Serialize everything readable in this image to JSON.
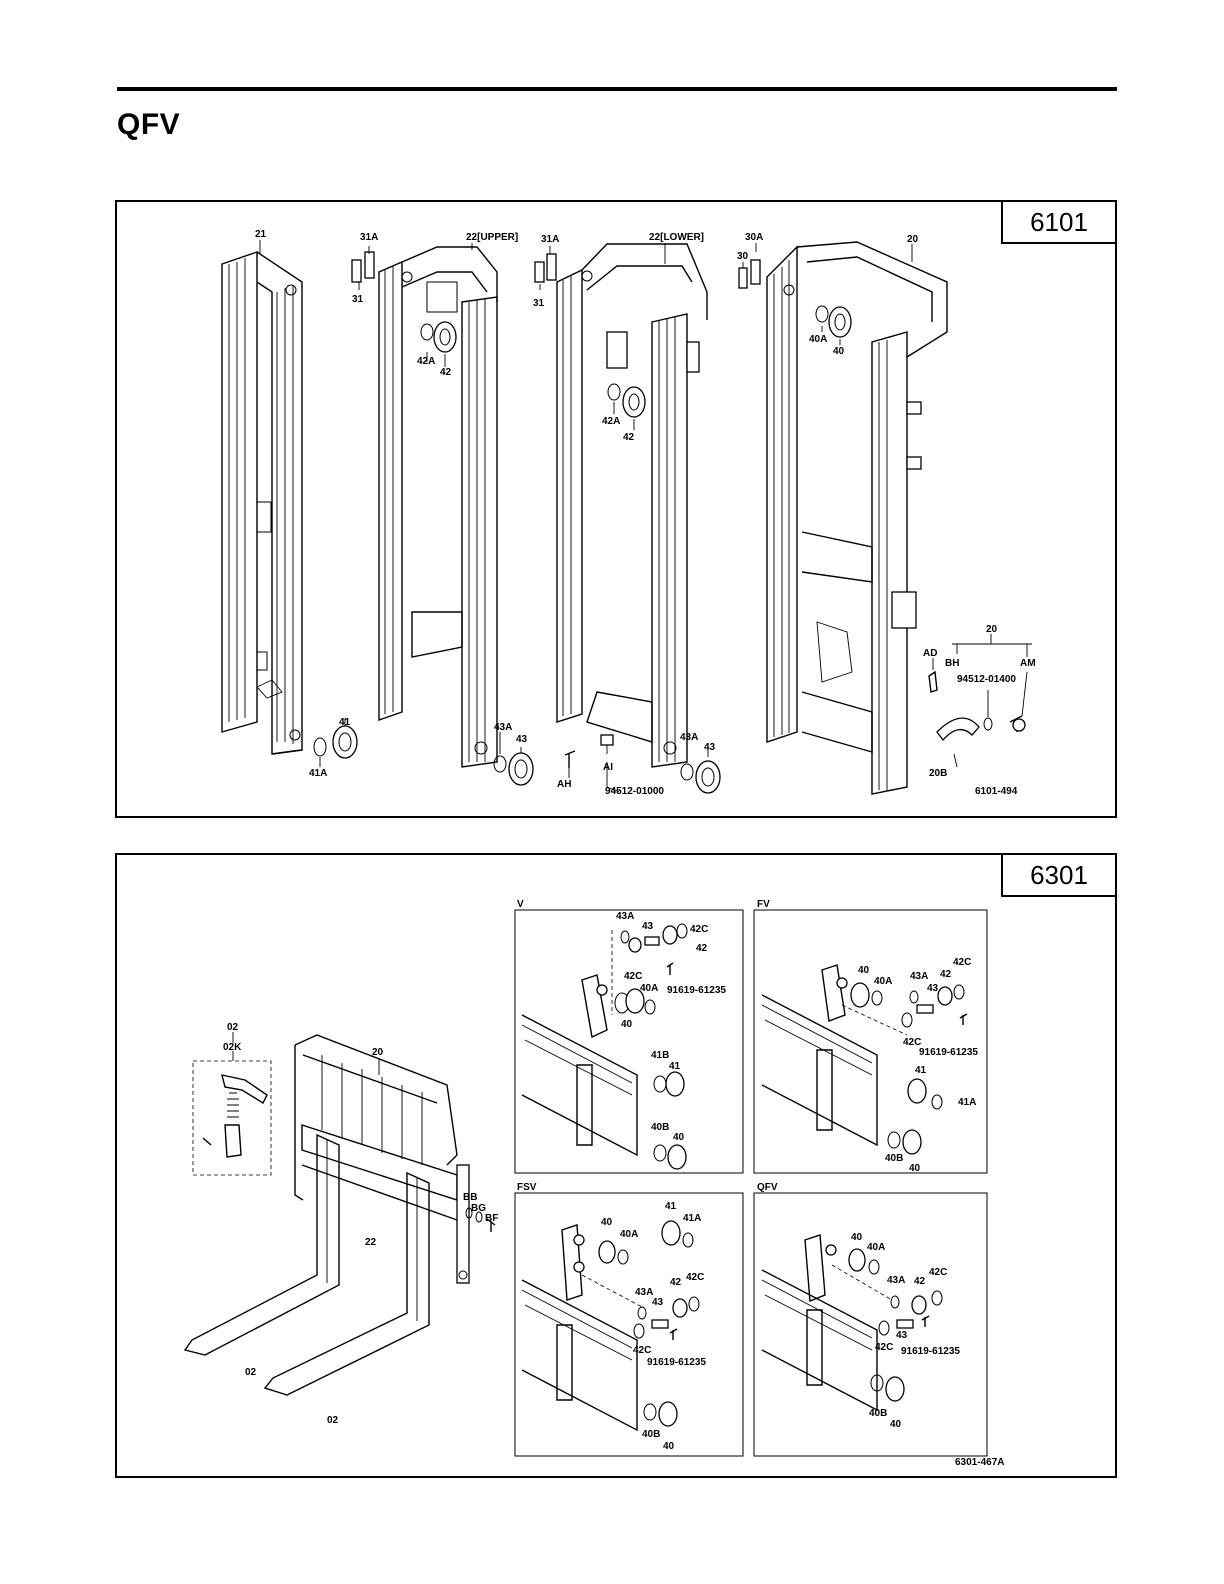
{
  "page": {
    "title": "QFV"
  },
  "fig_6101": {
    "number": "6101",
    "drawing_code": "6101-494",
    "labels": {
      "p21": "21",
      "p31a_a": "31A",
      "p31_a": "31",
      "p22u": "22[UPPER]",
      "p42a_a": "42A",
      "p42_a": "42",
      "p41": "41",
      "p41a": "41A",
      "p43a_a": "43A",
      "p43_a": "43",
      "p31a_b": "31A",
      "p31_b": "31",
      "p22l": "22[LOWER]",
      "p42a_b": "42A",
      "p42_b": "42",
      "pAH": "AH",
      "pAI": "AI",
      "p94512_a": "94512-01000",
      "p43a_b": "43A",
      "p43_b": "43",
      "p30a": "30A",
      "p30": "30",
      "p20": "20",
      "p40a": "40A",
      "p40": "40",
      "p20b_top": "20",
      "pAD": "AD",
      "pBH": "BH",
      "pAM": "AM",
      "p94512_b": "94512-01400",
      "p20b": "20B"
    }
  },
  "fig_6301": {
    "number": "6301",
    "drawing_code": "6301-467A",
    "labels": {
      "p02": "02",
      "p02k": "02K",
      "p20": "20",
      "p22": "22",
      "pBB": "BB",
      "pBG": "BG",
      "pBF": "BF",
      "p02_fork1": "02",
      "p02_fork2": "02"
    },
    "subpanels": {
      "V": {
        "title": "V",
        "labels": [
          "43A",
          "43",
          "42C",
          "42",
          "42C",
          "40A",
          "40",
          "91619-61235",
          "41B",
          "41",
          "40B",
          "40"
        ]
      },
      "FV": {
        "title": "FV",
        "labels": [
          "42C",
          "40",
          "40A",
          "43A",
          "42",
          "43",
          "42C",
          "91619-61235",
          "41",
          "41A",
          "40B",
          "40"
        ]
      },
      "FSV": {
        "title": "FSV",
        "labels": [
          "41",
          "40",
          "41A",
          "40A",
          "43A",
          "42",
          "42C",
          "43",
          "42C",
          "91619-61235",
          "40B",
          "40"
        ]
      },
      "QFV": {
        "title": "QFV",
        "labels": [
          "40",
          "40A",
          "43A",
          "42C",
          "42",
          "42C",
          "43",
          "91619-61235",
          "40B",
          "40"
        ]
      }
    }
  }
}
